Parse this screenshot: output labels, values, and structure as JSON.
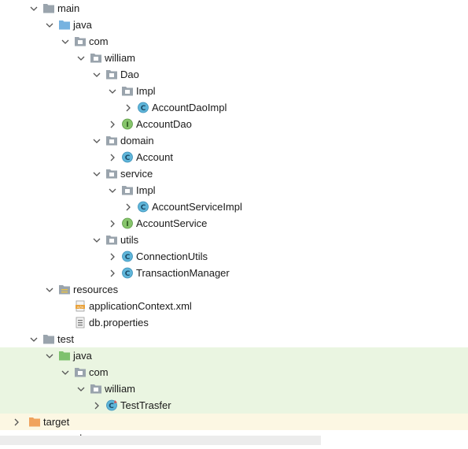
{
  "tree": [
    {
      "label": "main",
      "depth": 0,
      "arrow": "down",
      "icon": "folder-gray",
      "bg": ""
    },
    {
      "label": "java",
      "depth": 1,
      "arrow": "down",
      "icon": "folder-blue",
      "bg": ""
    },
    {
      "label": "com",
      "depth": 2,
      "arrow": "down",
      "icon": "package",
      "bg": ""
    },
    {
      "label": "william",
      "depth": 3,
      "arrow": "down",
      "icon": "package",
      "bg": ""
    },
    {
      "label": "Dao",
      "depth": 4,
      "arrow": "down",
      "icon": "package",
      "bg": ""
    },
    {
      "label": "Impl",
      "depth": 5,
      "arrow": "down",
      "icon": "package",
      "bg": ""
    },
    {
      "label": "AccountDaoImpl",
      "depth": 6,
      "arrow": "right",
      "icon": "class",
      "bg": ""
    },
    {
      "label": "AccountDao",
      "depth": 5,
      "arrow": "right",
      "icon": "interface",
      "bg": ""
    },
    {
      "label": "domain",
      "depth": 4,
      "arrow": "down",
      "icon": "package",
      "bg": ""
    },
    {
      "label": "Account",
      "depth": 5,
      "arrow": "right",
      "icon": "class",
      "bg": ""
    },
    {
      "label": "service",
      "depth": 4,
      "arrow": "down",
      "icon": "package",
      "bg": ""
    },
    {
      "label": "Impl",
      "depth": 5,
      "arrow": "down",
      "icon": "package",
      "bg": ""
    },
    {
      "label": "AccountServiceImpl",
      "depth": 6,
      "arrow": "right",
      "icon": "class",
      "bg": ""
    },
    {
      "label": "AccountService",
      "depth": 5,
      "arrow": "right",
      "icon": "interface",
      "bg": ""
    },
    {
      "label": "utils",
      "depth": 4,
      "arrow": "down",
      "icon": "package",
      "bg": ""
    },
    {
      "label": "ConnectionUtils",
      "depth": 5,
      "arrow": "right",
      "icon": "class",
      "bg": ""
    },
    {
      "label": "TransactionManager",
      "depth": 5,
      "arrow": "right",
      "icon": "class",
      "bg": ""
    },
    {
      "label": "resources",
      "depth": 1,
      "arrow": "down",
      "icon": "folder-resources",
      "bg": ""
    },
    {
      "label": "applicationContext.xml",
      "depth": 2,
      "arrow": "none",
      "icon": "xml-file",
      "bg": ""
    },
    {
      "label": "db.properties",
      "depth": 2,
      "arrow": "none",
      "icon": "properties-file",
      "bg": ""
    },
    {
      "label": "test",
      "depth": 0,
      "arrow": "down",
      "icon": "folder-gray",
      "bg": ""
    },
    {
      "label": "java",
      "depth": 1,
      "arrow": "down",
      "icon": "folder-green",
      "bg": "test"
    },
    {
      "label": "com",
      "depth": 2,
      "arrow": "down",
      "icon": "package",
      "bg": "test"
    },
    {
      "label": "william",
      "depth": 3,
      "arrow": "down",
      "icon": "package",
      "bg": "test"
    },
    {
      "label": "TestTrasfer",
      "depth": 4,
      "arrow": "right",
      "icon": "test-class",
      "bg": "test"
    },
    {
      "label": "target",
      "depth": -1,
      "arrow": "right",
      "icon": "folder-orange",
      "bg": "target"
    },
    {
      "label": "pom.xml",
      "depth": -1,
      "arrow": "none",
      "icon": "maven-file",
      "bg": ""
    }
  ],
  "colors": {
    "test_bg": "#eaf5e1",
    "target_bg": "#fcf7e3",
    "class_icon": "#5fb5d9",
    "interface_icon": "#86c46b",
    "folder_blue": "#76b2e0",
    "folder_green": "#7ec16e",
    "folder_orange": "#f0a35e",
    "folder_gray": "#9aa4ad",
    "maven": "#2a7ed8"
  }
}
